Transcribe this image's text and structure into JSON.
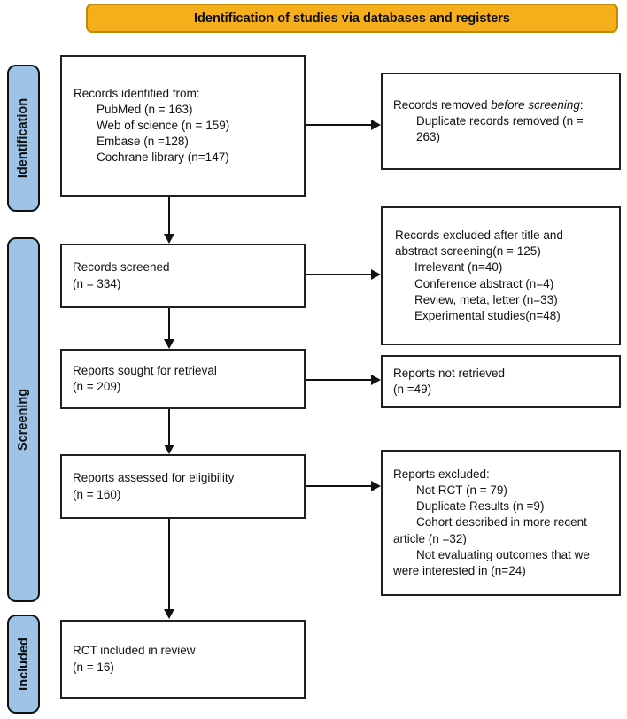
{
  "banner": {
    "label": "Identification of studies via databases and registers"
  },
  "colors": {
    "banner_fill": "#F7AE1B",
    "banner_border": "#BE8A00",
    "stage_fill": "#9DC3E6",
    "box_border": "#1F1F1F"
  },
  "stages": {
    "identification": "Identification",
    "screening": "Screening",
    "included": "Included"
  },
  "left_boxes": {
    "identified": {
      "title": "Records identified from:",
      "items": [
        "PubMed (n = 163)",
        "Web of science (n = 159)",
        "Embase (n =128)",
        "Cochrane library (n=147)"
      ]
    },
    "screened": {
      "label": "Records screened",
      "count": "(n = 334)"
    },
    "sought": {
      "label": "Reports sought for retrieval",
      "count": "(n = 209)"
    },
    "assessed": {
      "label": "Reports assessed for eligibility",
      "count": "(n = 160)"
    },
    "included": {
      "label": "RCT included in review",
      "count": "(n = 16)"
    }
  },
  "right_boxes": {
    "removed": {
      "title_prefix": "Records removed ",
      "title_italic": "before screening",
      "title_suffix": ":",
      "item": "Duplicate records removed (n = 263)"
    },
    "excluded_screening": {
      "title": "Records excluded after title and abstract screening(n = 125)",
      "items": [
        "Irrelevant (n=40)",
        "Conference abstract (n=4)",
        "Review, meta, letter (n=33)",
        "Experimental studies(n=48)"
      ]
    },
    "not_retrieved": {
      "label": "Reports not retrieved",
      "count": "(n =49)"
    },
    "excluded_eligibility": {
      "title": "Reports excluded:",
      "items": [
        "Not RCT (n = 79)",
        "Duplicate Results (n =9)",
        "Cohort described in more recent article (n =32)",
        "Not evaluating outcomes that we were interested in (n=24)"
      ]
    }
  }
}
